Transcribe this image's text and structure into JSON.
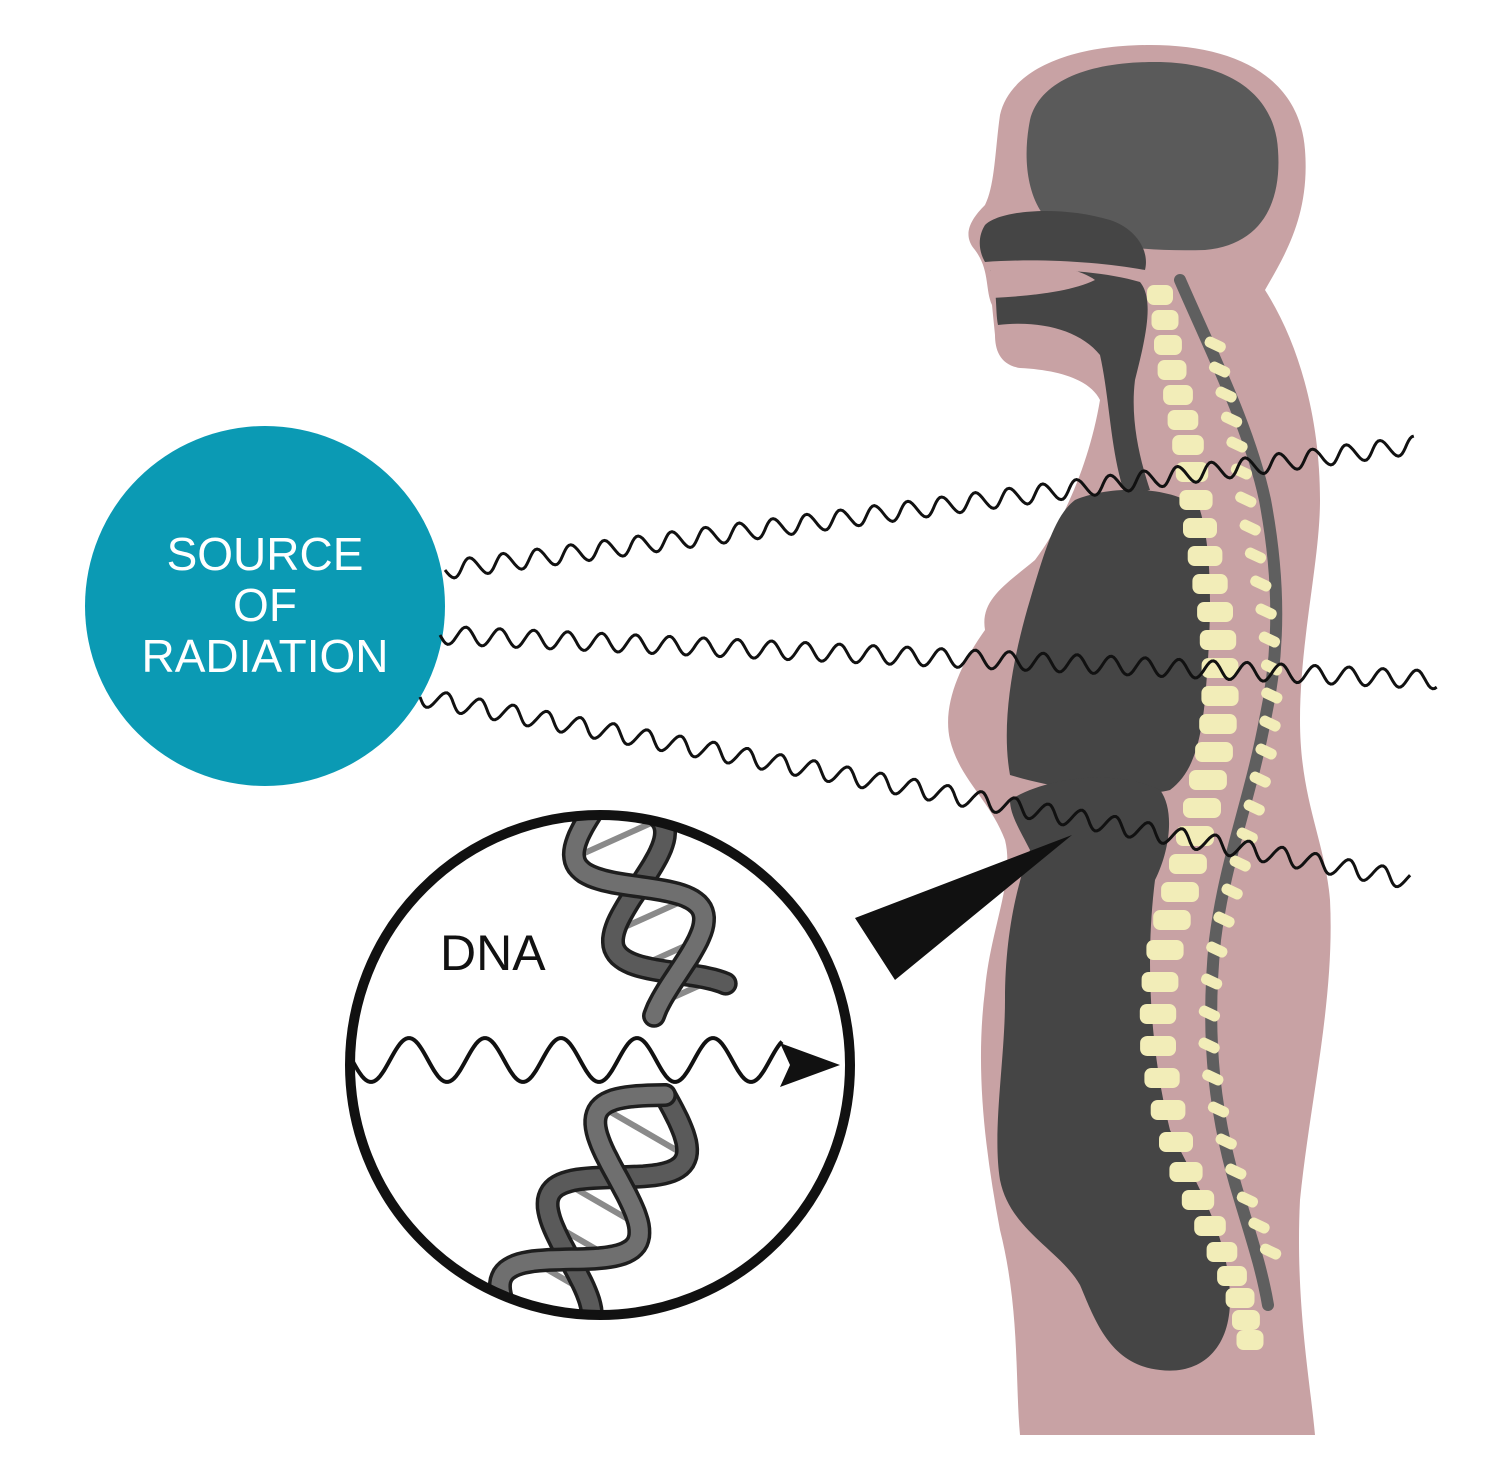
{
  "source": {
    "line1": "SOURCE",
    "line2": "OF",
    "line3": "RADIATION"
  },
  "callout": {
    "dna_label": "DNA"
  },
  "icons": [
    "radiation-source-circle",
    "wave-icon",
    "dna-helix-icon",
    "arrow-head-icon"
  ],
  "colors": {
    "source_fill": "#0b9ab4",
    "body_skin": "#c8a2a4",
    "organ_dark": "#454545",
    "spine_vertebra": "#f2edb8",
    "wave_line": "#111111"
  }
}
